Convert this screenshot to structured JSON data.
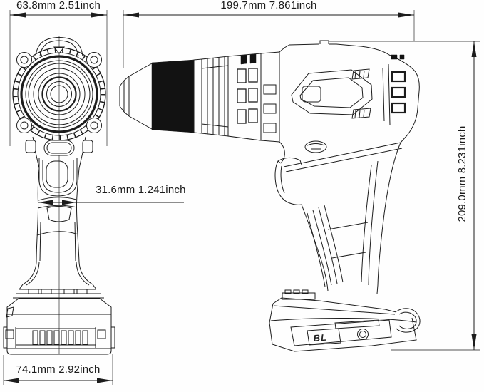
{
  "dimensions": {
    "head_width": {
      "label": "63.8mm 2.51inch",
      "mm": "63.8mm",
      "inch": "2.51inch"
    },
    "overall_length": {
      "label": "199.7mm 7.861inch",
      "mm": "199.7mm",
      "inch": "7.861inch"
    },
    "grip_width": {
      "label": "31.6mm 1.241inch",
      "mm": "31.6mm",
      "inch": "1.241inch"
    },
    "overall_height": {
      "label": "209.0mm 8.231inch",
      "mm": "209.0mm",
      "inch": "8.231inch"
    },
    "base_width": {
      "label": "74.1mm 2.92inch",
      "mm": "74.1mm",
      "inch": "2.92inch"
    }
  },
  "battery_marking": "BL",
  "colors": {
    "line": "#1c1c1c",
    "background": "#fefefe",
    "chuck_fill": "#121212",
    "text": "#1a1a1a"
  }
}
